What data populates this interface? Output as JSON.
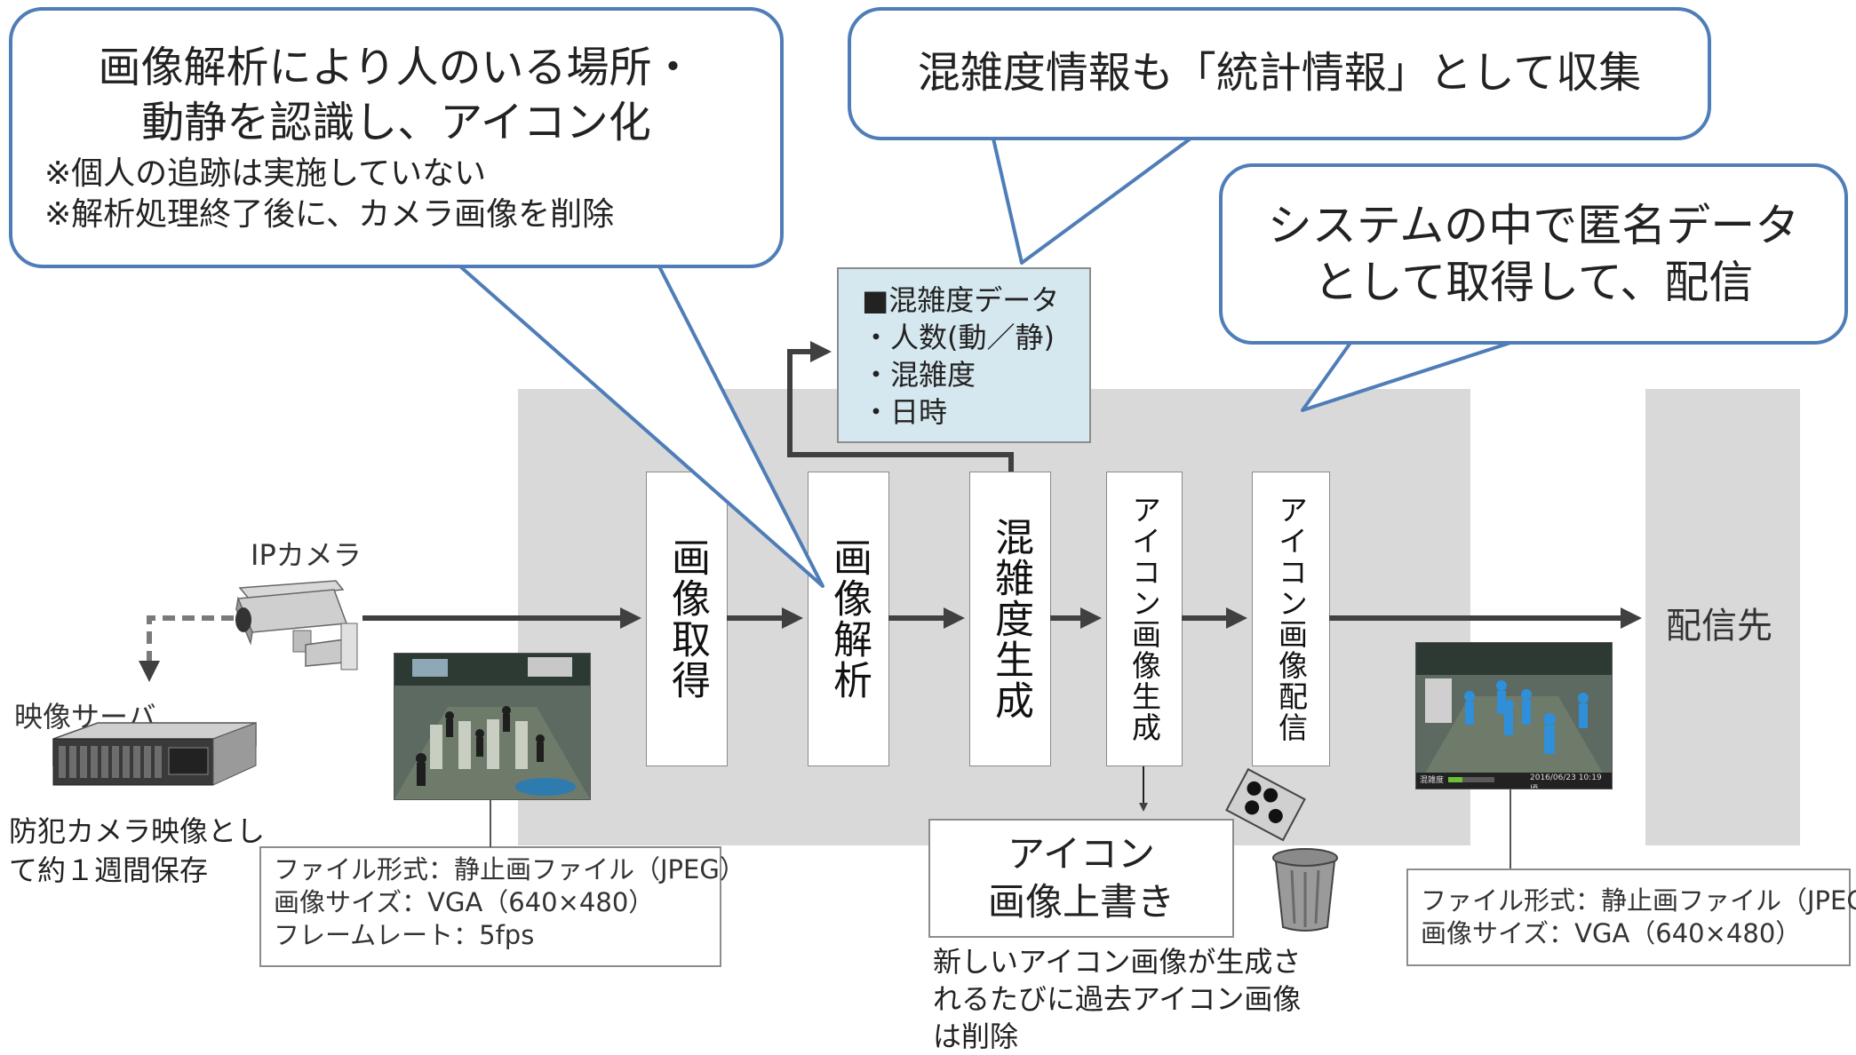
{
  "callouts": {
    "analysis": {
      "line1": "画像解析により人のいる場所・",
      "line2": "動静を認識し、アイコン化",
      "note1": "※個人の追跡は実施していない",
      "note2": "※解析処理終了後に、カメラ画像を削除"
    },
    "stats": {
      "text": "混雑度情報も「統計情報」として収集"
    },
    "anonymous": {
      "line1": "システムの中で匿名データ",
      "line2": "として取得して、配信"
    }
  },
  "data_box": {
    "title": "■混雑度データ",
    "items": [
      "・人数(動／静)",
      "・混雑度",
      "・日時"
    ]
  },
  "camera": {
    "label": "IPカメラ"
  },
  "server": {
    "label": "映像サーバ",
    "note_line1": "防犯カメラ映像とし",
    "note_line2": "て約１週間保存"
  },
  "steps": [
    {
      "label": "画像取得"
    },
    {
      "label": "画像解析"
    },
    {
      "label": "混雑度生成"
    },
    {
      "label": "アイコン画像生成"
    },
    {
      "label": "アイコン画像配信"
    }
  ],
  "destination": {
    "label": "配信先"
  },
  "overwrite": {
    "line1": "アイコン",
    "line2": "画像上書き",
    "note1": "新しいアイコン画像が生成さ",
    "note2": "れるたびに過去アイコン画像",
    "note3": "は削除"
  },
  "input_spec": {
    "line1": "ファイル形式：静止画ファイル（JPEG）",
    "line2": "画像サイズ：VGA（640×480）",
    "line3": "フレームレート：5fps"
  },
  "output_spec": {
    "line1": "ファイル形式：静止画ファイル（JPEG）",
    "line2": "画像サイズ：VGA（640×480）"
  },
  "output_photo": {
    "congestion_label": "混雑度",
    "timestamp": "2016/06/23 10:19 頃"
  },
  "colors": {
    "callout_border": "#4f7db8",
    "data_box_fill": "#d6e8ef",
    "area_gray": "#d9d9d9",
    "arrow": "#404040"
  }
}
